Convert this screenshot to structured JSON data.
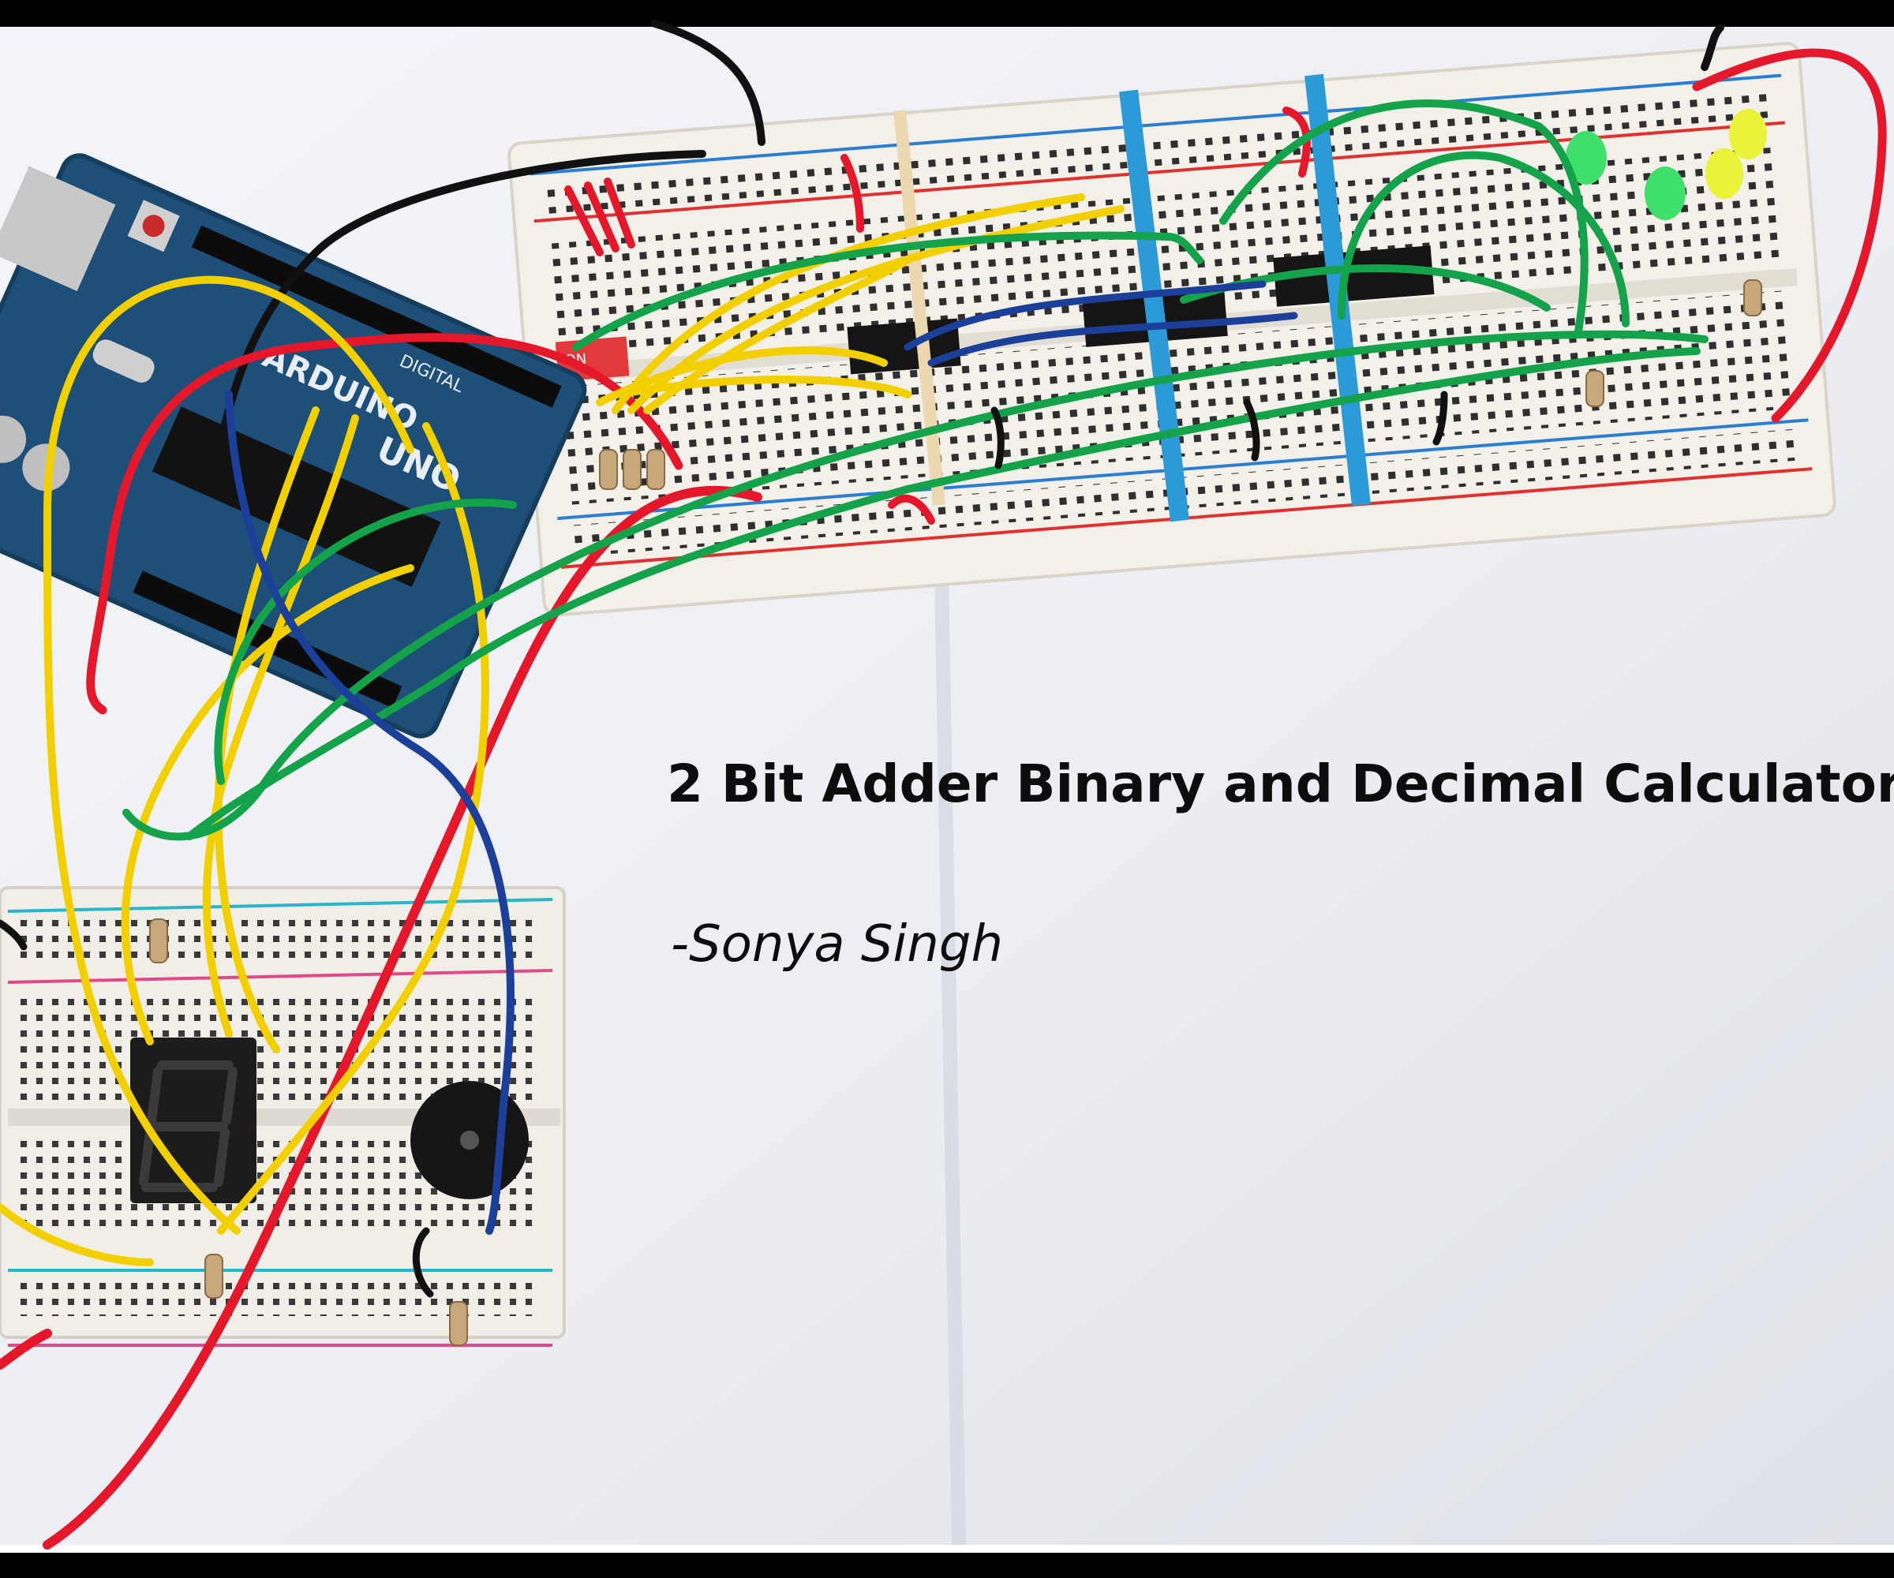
{
  "caption": {
    "title": "2 Bit Adder Binary and Decimal Calculator",
    "author": "-Sonya Singh"
  },
  "board_text": {
    "arduino": "ARDUINO",
    "digital": "DIGITAL",
    "uno": "UNO",
    "on_label": "ON"
  },
  "colors": {
    "paper": "#eef0f4",
    "frame": "#000000",
    "breadboard": "#f2efe9",
    "arduino": "#1d4f78",
    "wire_red": "#e4172b",
    "wire_yellow": "#f2d000",
    "wire_green": "#14a24a",
    "wire_blue": "#1c3f9a",
    "wire_black": "#111111",
    "band_blue": "#2c9ad6",
    "led_green": "#3fe06a",
    "led_yellow": "#eaf23a",
    "display": "#1a1a1a"
  }
}
